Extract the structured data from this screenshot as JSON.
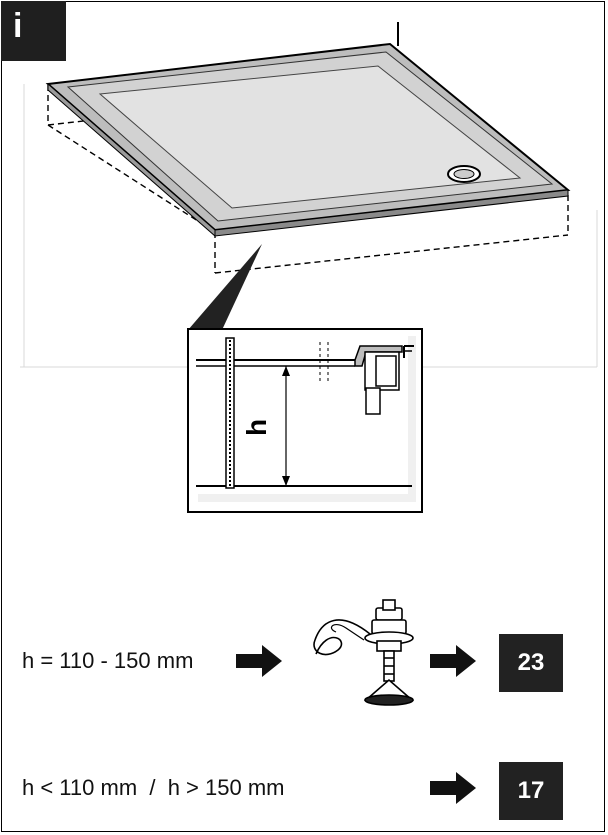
{
  "badge": {
    "label": "i"
  },
  "detail": {
    "dimension_label": "h"
  },
  "rows": [
    {
      "condition": "h = 110 - 150 mm",
      "target_step": "23"
    },
    {
      "condition": "h < 110 mm  /  h > 150 mm",
      "target_step": "17"
    }
  ],
  "icons": {
    "main": "shower-tray-illustration",
    "detail": "edge-section-detail",
    "foot": "adjustable-foot-icon",
    "arrow": "right-arrow-icon"
  }
}
